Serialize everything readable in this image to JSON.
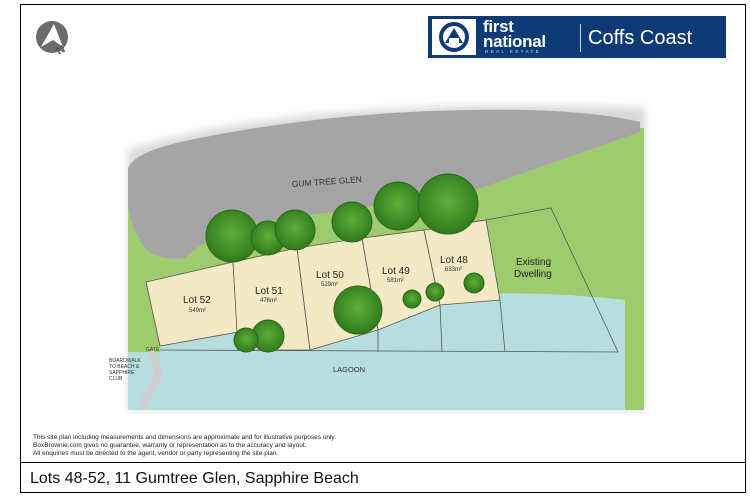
{
  "brand": {
    "name_line1": "first",
    "name_line2": "national",
    "tagline": "REAL ESTATE",
    "office": "Coffs Coast",
    "colors": {
      "brand_blue": "#0e3a75"
    }
  },
  "north_arrow": {
    "label": "N",
    "icon": "north-arrow-icon"
  },
  "map": {
    "road_label": "GUM TREE GLEN",
    "lagoon_label": "LAGOON",
    "gate_label": "GATE",
    "boardwalk_label": [
      "BOARDWALK",
      "TO BEACH &",
      "SAPPHIRE",
      "CLUB"
    ],
    "lots": [
      {
        "name": "Lot 52",
        "area": "549m²"
      },
      {
        "name": "Lot 51",
        "area": "476m²"
      },
      {
        "name": "Lot 50",
        "area": "529m²"
      },
      {
        "name": "Lot 49",
        "area": "581m²"
      },
      {
        "name": "Lot 48",
        "area": "633m²"
      }
    ],
    "existing_dwelling": [
      "Existing",
      "Dwelling"
    ],
    "colors": {
      "road": "#a5a5a5",
      "grass": "#9fcb6f",
      "lot_fill": "#f3e9c4",
      "lagoon": "#b7dede",
      "tree": "#3f8f25"
    }
  },
  "disclaimer": [
    "This site plan including measurements and dimensions are approximate and for illustrative purposes only.",
    "BoxBrownie.com gives no guarantee, warranty or representation as to the accuracy and layout.",
    "All enquiries must be directed to the agent, vendor or party representing the site plan."
  ],
  "caption": "Lots 48-52, 11 Gumtree Glen, Sapphire Beach"
}
